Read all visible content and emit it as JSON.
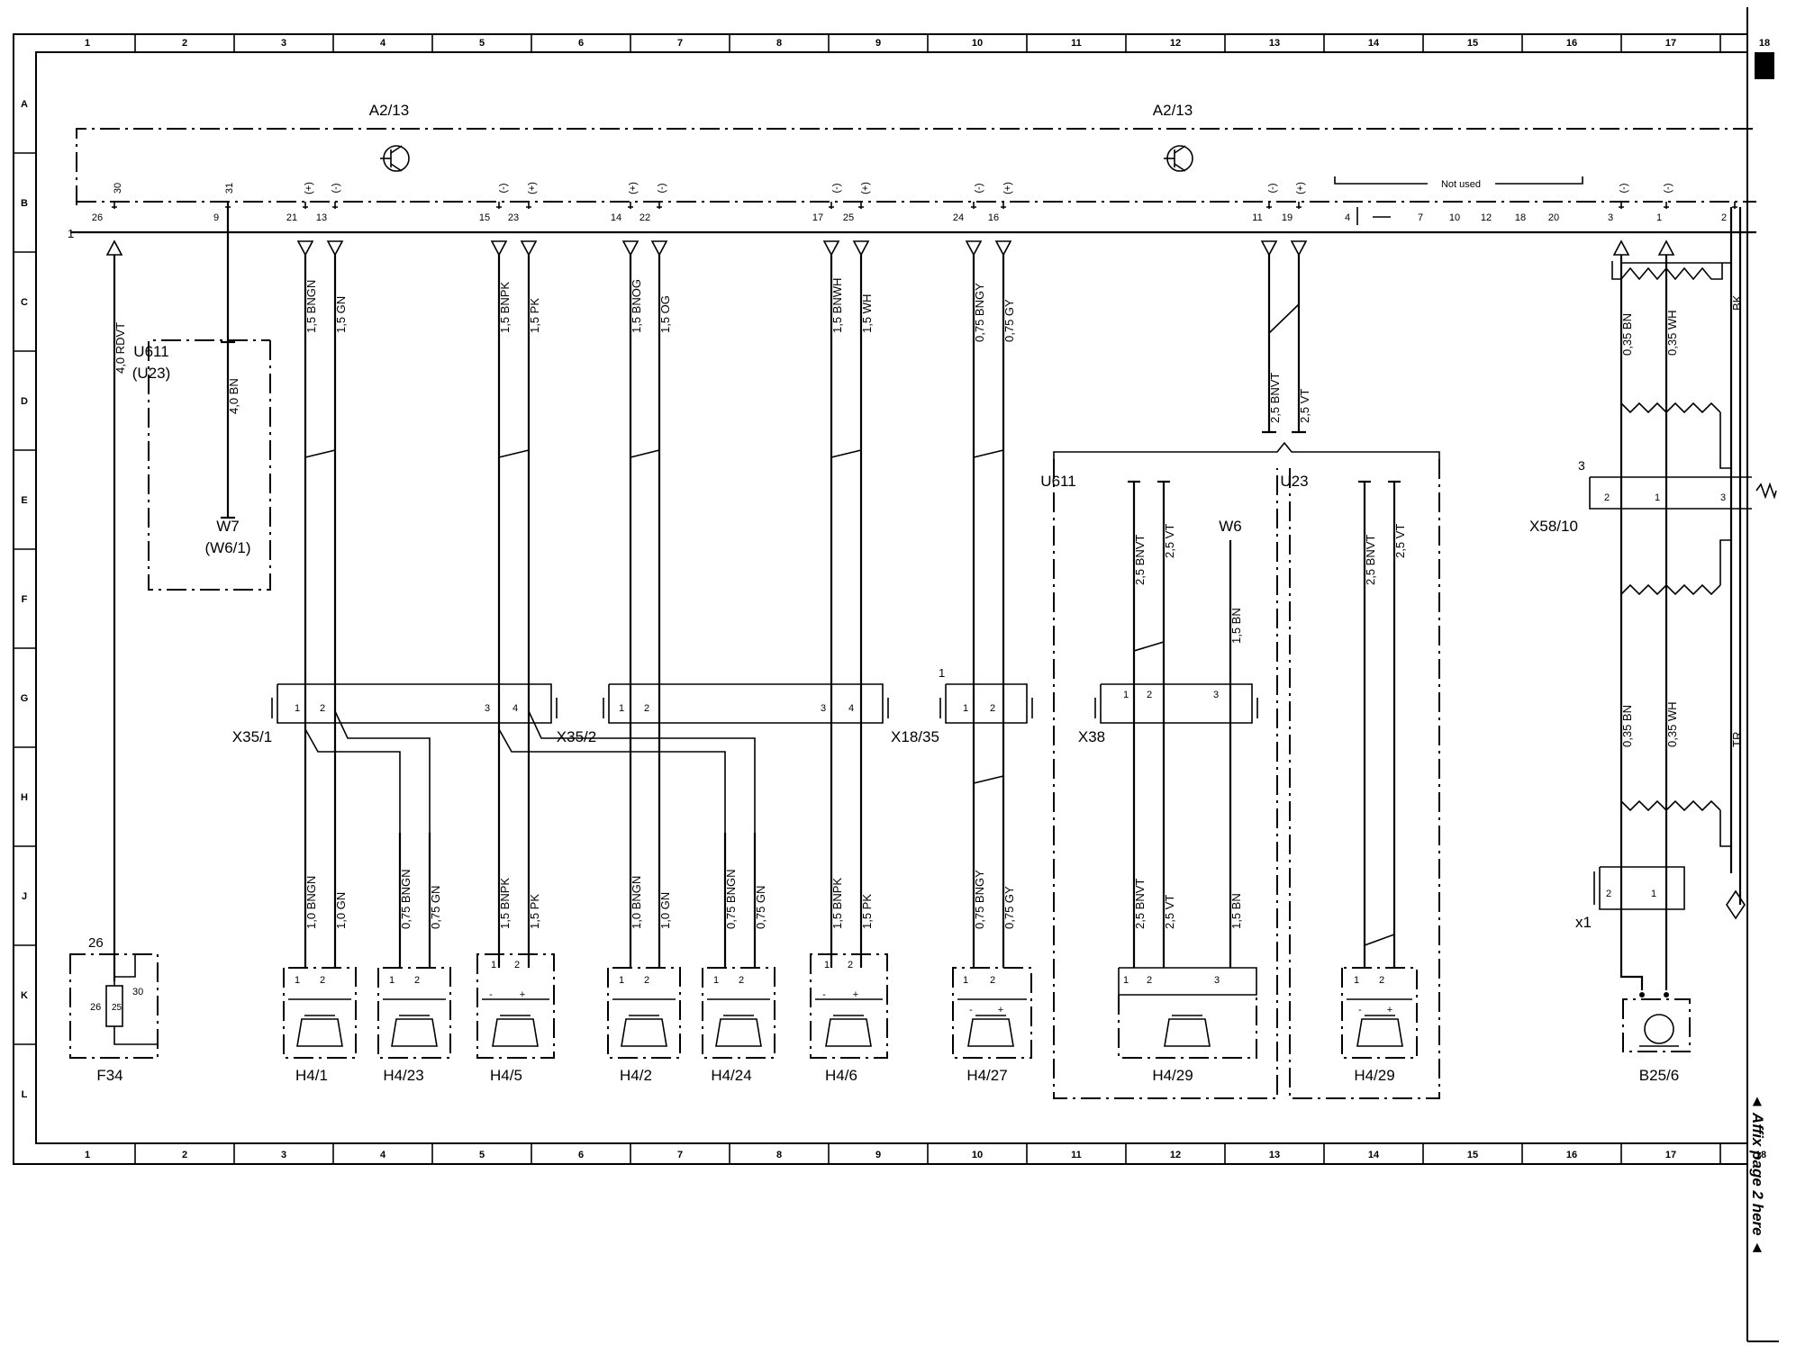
{
  "page": {
    "page_number": "18",
    "affix_note": "◄ Affix page 2 here ◄"
  },
  "grid": {
    "columns": [
      "1",
      "2",
      "3",
      "4",
      "5",
      "6",
      "7",
      "8",
      "9",
      "10",
      "11",
      "12",
      "13",
      "14",
      "15",
      "16",
      "17",
      "18"
    ],
    "rows": [
      "A",
      "B",
      "C",
      "D",
      "E",
      "F",
      "G",
      "H",
      "J",
      "K",
      "L"
    ]
  },
  "module": {
    "name_left": "A2/13",
    "name_right": "A2/13",
    "not_used": "Not used",
    "pin_conn_1": "1",
    "pins": [
      {
        "num": "26",
        "sign": "30"
      },
      {
        "num": "9",
        "sign": "31"
      },
      {
        "num": "21",
        "sign": "(+)"
      },
      {
        "num": "13",
        "sign": "(-)"
      },
      {
        "num": "15",
        "sign": "(-)"
      },
      {
        "num": "23",
        "sign": "(+)"
      },
      {
        "num": "14",
        "sign": "(+)"
      },
      {
        "num": "22",
        "sign": "(-)"
      },
      {
        "num": "17",
        "sign": "(-)"
      },
      {
        "num": "25",
        "sign": "(+)"
      },
      {
        "num": "24",
        "sign": "(-)"
      },
      {
        "num": "16",
        "sign": "(+)"
      },
      {
        "num": "11",
        "sign": "(-)"
      },
      {
        "num": "19",
        "sign": "(+)"
      },
      {
        "num": "4",
        "sign": ""
      },
      {
        "num": "7",
        "sign": ""
      },
      {
        "num": "10",
        "sign": ""
      },
      {
        "num": "12",
        "sign": ""
      },
      {
        "num": "18",
        "sign": ""
      },
      {
        "num": "20",
        "sign": ""
      },
      {
        "num": "3",
        "sign": "(-)"
      },
      {
        "num": "1",
        "sign": "(-)"
      },
      {
        "num": "2",
        "sign": ""
      }
    ]
  },
  "wires_upper": [
    "4,0 RDVT",
    "4,0 BN",
    "1,5 BNGN",
    "1,5 GN",
    "1,5 BNPK",
    "1,5 PK",
    "1,5 BNOG",
    "1,5 OG",
    "1,5 BNWH",
    "1,5 WH",
    "0,75 BNGY",
    "0,75 GY",
    "2,5 BNVT",
    "2,5 VT",
    "0,35 BN",
    "0,35 WH",
    "BK"
  ],
  "wires_mid": [
    "2,5 BNVT",
    "2,5 VT",
    "1,5 BN",
    "2,5 BNVT",
    "2,5 VT",
    "0,35 BN",
    "0,35 WH",
    "TR"
  ],
  "wires_lower": [
    "1,0 BNGN",
    "1,0 GN",
    "0,75 BNGN",
    "0,75 GN",
    "1,5 BNPK",
    "1,5 PK",
    "1,0 BNGN",
    "1,0 GN",
    "0,75 BNGN",
    "0,75 GN",
    "1,5 BNPK",
    "1,5 PK",
    "0,75 BNGY",
    "0,75 GY",
    "2,5 BNVT",
    "2,5 VT",
    "1,5 BN"
  ],
  "components": {
    "u611_box": "U611",
    "u611_box_alt": "(U23)",
    "w7": "W7",
    "w7_alt": "(W6/1)",
    "w6": "W6",
    "u611": "U611",
    "u23": "U23",
    "x58_10": "X58/10",
    "x58_pin_label": "3",
    "x35_1": "X35/1",
    "x35_2": "X35/2",
    "x18_35": "X18/35",
    "x18_pin_label": "1",
    "x38": "X38",
    "x1": "x1",
    "f34_pin": "26",
    "f34_inner_a": "26",
    "f34_inner_b": "25",
    "f34_inner_c": "30",
    "speakers": [
      "H4/1",
      "H4/23",
      "H4/5",
      "H4/2",
      "H4/24",
      "H4/6",
      "H4/27",
      "H4/29",
      "H4/29"
    ],
    "f34": "F34",
    "b25_6": "B25/6"
  },
  "connector_pins": {
    "one": "1",
    "two": "2",
    "three": "3",
    "four": "4",
    "plus": "+",
    "minus": "-"
  }
}
